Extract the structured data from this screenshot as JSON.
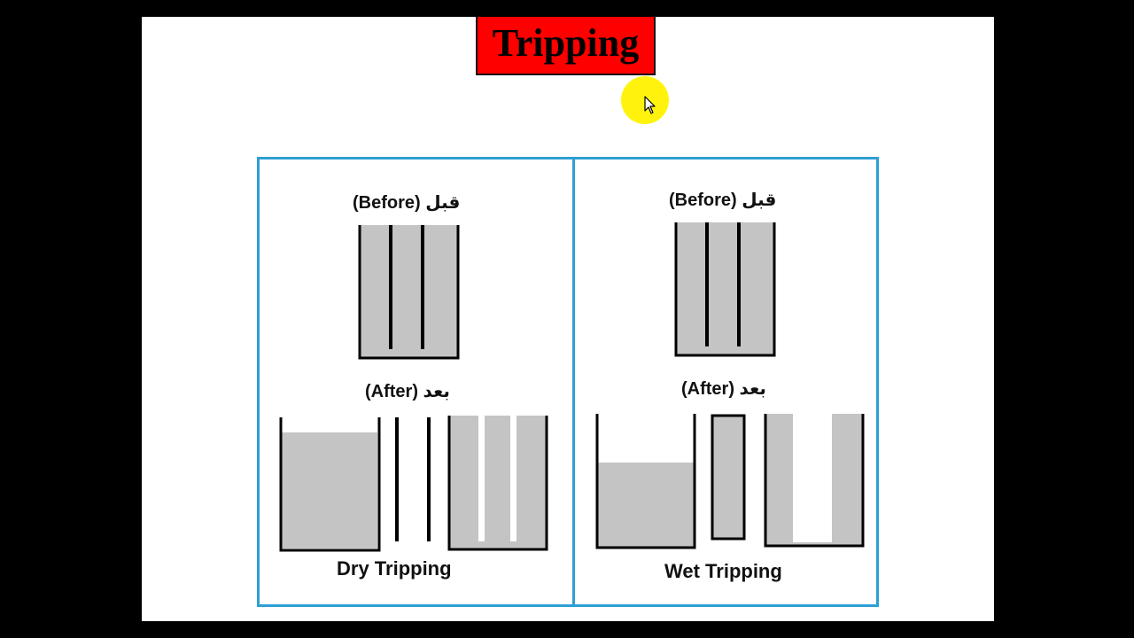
{
  "slide": {
    "title": "Tripping"
  },
  "dry": {
    "before_label": "(Before) قبل",
    "after_label": "(After) بعد",
    "caption": "Dry Tripping"
  },
  "wet": {
    "before_label": "(Before) قبل",
    "after_label": "(After) بعد",
    "caption": "Wet Tripping"
  },
  "colors": {
    "background": "#000000",
    "slide": "#ffffff",
    "title_fill": "#ff0000",
    "panel_border": "#2e9fd3",
    "mud_fill": "#c4c4c4",
    "outline": "#000000",
    "cursor_highlight": "#fff200"
  },
  "icons": {
    "pointer": "mouse-pointer-icon"
  }
}
